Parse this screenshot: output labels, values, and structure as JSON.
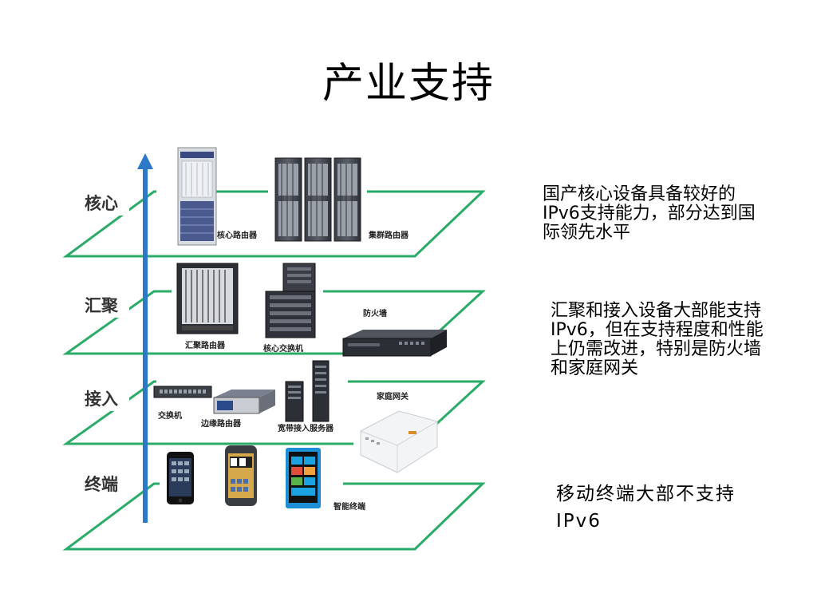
{
  "slide": {
    "title": "产业支持"
  },
  "diagram": {
    "layers": [
      {
        "key": "core",
        "label": "核心"
      },
      {
        "key": "aggregation",
        "label": "汇聚"
      },
      {
        "key": "access",
        "label": "接入"
      },
      {
        "key": "terminal",
        "label": "终端"
      }
    ],
    "devices": {
      "core_router": "核心路由器",
      "cluster_router": "集群路由器",
      "agg_router": "汇聚路由器",
      "core_switch": "核心交换机",
      "firewall": "防火墙",
      "switch": "交换机",
      "edge_router": "边缘路由器",
      "bras": "宽带接入服务器",
      "home_gateway": "家庭网关",
      "smart_terminal": "智能终端"
    },
    "colors": {
      "plane": "#2bab68",
      "arrow": "#2b79c7"
    }
  },
  "descriptions": {
    "core": "国产核心设备具备较好的IPv6支持能力，部分达到国际领先水平",
    "aggregation_access": "汇聚和接入设备大部能支持IPv6，但在支持程度和性能上仍需改进，特别是防火墙和家庭网关",
    "terminal": "移动终端大部不支持IPv6"
  }
}
